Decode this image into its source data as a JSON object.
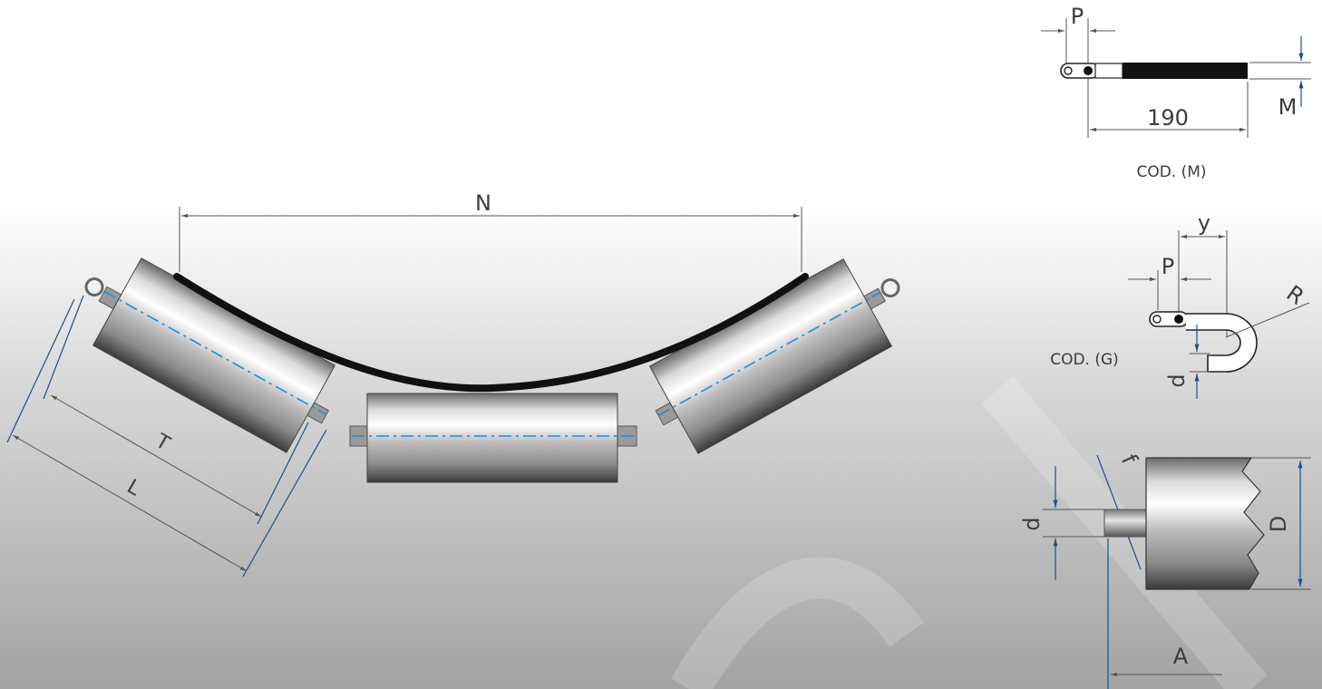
{
  "main_view": {
    "label_N": "N",
    "label_T": "T",
    "label_L": "L"
  },
  "detail_m": {
    "label_P": "P",
    "label_M": "M",
    "label_190": "190",
    "caption": "COD. (M)"
  },
  "detail_g": {
    "label_y": "y",
    "label_P": "P",
    "label_R": "R",
    "label_d": "d",
    "caption": "COD. (G)"
  },
  "detail_roller": {
    "label_f": "f",
    "label_d": "d",
    "label_D": "D",
    "label_A": "A"
  },
  "colors": {
    "belt": "#111111",
    "axis_line": "#1a8fd8",
    "dimension_blue": "#1f4e8c",
    "dimension_gray": "#555555"
  }
}
